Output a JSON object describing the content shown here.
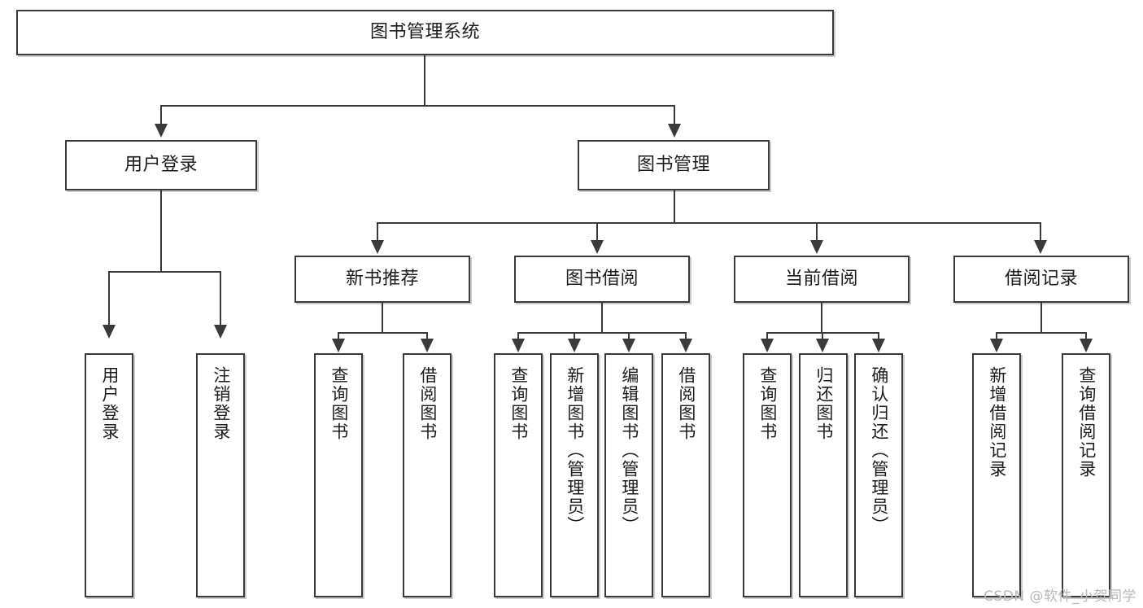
{
  "diagram": {
    "type": "hierarchy-tree",
    "title": "图书管理系统",
    "root": {
      "id": "root",
      "label": "图书管理系统"
    },
    "level2": [
      {
        "id": "user-login",
        "label": "用户登录"
      },
      {
        "id": "book-manage",
        "label": "图书管理"
      }
    ],
    "level3": [
      {
        "id": "new-book-recommend",
        "label": "新书推荐",
        "parent": "book-manage"
      },
      {
        "id": "book-borrow",
        "label": "图书借阅",
        "parent": "book-manage"
      },
      {
        "id": "current-borrow",
        "label": "当前借阅",
        "parent": "book-manage"
      },
      {
        "id": "borrow-record",
        "label": "借阅记录",
        "parent": "book-manage"
      }
    ],
    "leaves": {
      "user_login": [
        {
          "id": "leaf-user-login",
          "label": "用户登录"
        },
        {
          "id": "leaf-user-logout",
          "label": "注销登录"
        }
      ],
      "new_book_recommend": [
        {
          "id": "leaf-query-book-1",
          "label": "查询图书"
        },
        {
          "id": "leaf-borrow-book-1",
          "label": "借阅图书"
        }
      ],
      "book_borrow": [
        {
          "id": "leaf-query-book-2",
          "label": "查询图书"
        },
        {
          "id": "leaf-add-book",
          "label": "新增图书（管理员）"
        },
        {
          "id": "leaf-edit-book",
          "label": "编辑图书（管理员）"
        },
        {
          "id": "leaf-borrow-book-2",
          "label": "借阅图书"
        }
      ],
      "current_borrow": [
        {
          "id": "leaf-query-book-3",
          "label": "查询图书"
        },
        {
          "id": "leaf-return-book",
          "label": "归还图书"
        },
        {
          "id": "leaf-confirm-return",
          "label": "确认归还（管理员）"
        }
      ],
      "borrow_record": [
        {
          "id": "leaf-add-record",
          "label": "新增借阅记录"
        },
        {
          "id": "leaf-query-record",
          "label": "查询借阅记录"
        }
      ]
    }
  },
  "watermark": {
    "text": "CSDN @软件_小贺同学"
  },
  "colors": {
    "stroke": "#3a3a3a",
    "fill": "#ffffff",
    "text": "#1c1c1c",
    "watermark": "#b9b9b9"
  }
}
